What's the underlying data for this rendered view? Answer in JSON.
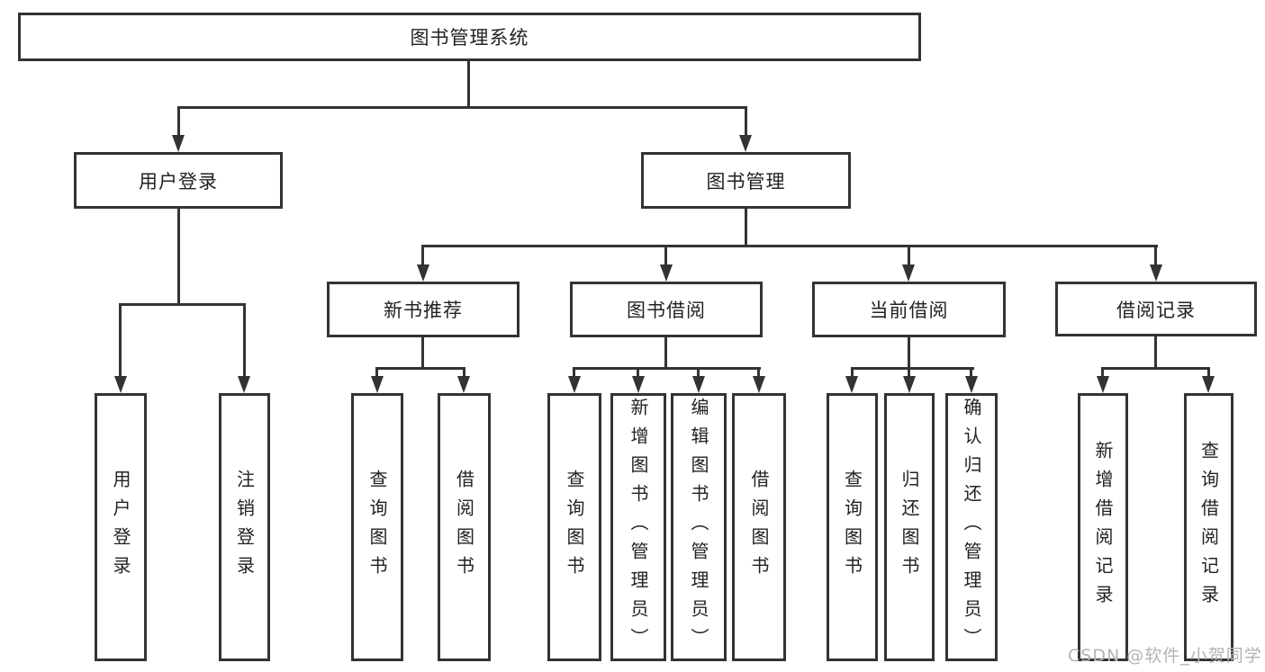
{
  "title": "图书管理系统",
  "colors": {
    "line": "#333333",
    "text": "#222222",
    "bg": "#ffffff",
    "watermark": "#b3b3b3"
  },
  "diagram": {
    "root": {
      "label": "图书管理系统"
    },
    "level2": [
      {
        "label": "用户登录",
        "parent": "图书管理系统"
      },
      {
        "label": "图书管理",
        "parent": "图书管理系统"
      }
    ],
    "level3": [
      {
        "label": "新书推荐",
        "parent": "图书管理"
      },
      {
        "label": "图书借阅",
        "parent": "图书管理"
      },
      {
        "label": "当前借阅",
        "parent": "图书管理"
      },
      {
        "label": "借阅记录",
        "parent": "图书管理"
      }
    ],
    "leaves": [
      {
        "label": "用户登录",
        "parent": "用户登录"
      },
      {
        "label": "注销登录",
        "parent": "用户登录"
      },
      {
        "label": "查询图书",
        "parent": "新书推荐"
      },
      {
        "label": "借阅图书",
        "parent": "新书推荐"
      },
      {
        "label": "查询图书",
        "parent": "图书借阅"
      },
      {
        "label": "新增图书（管理员）",
        "parent": "图书借阅"
      },
      {
        "label": "编辑图书（管理员）",
        "parent": "图书借阅"
      },
      {
        "label": "借阅图书",
        "parent": "图书借阅"
      },
      {
        "label": "查询图书",
        "parent": "当前借阅"
      },
      {
        "label": "归还图书",
        "parent": "当前借阅"
      },
      {
        "label": "确认归还（管理员）",
        "parent": "当前借阅"
      },
      {
        "label": "新增借阅记录",
        "parent": "借阅记录"
      },
      {
        "label": "查询借阅记录",
        "parent": "借阅记录"
      }
    ]
  },
  "watermark": {
    "text": "CSDN @软件_小贺同学"
  }
}
